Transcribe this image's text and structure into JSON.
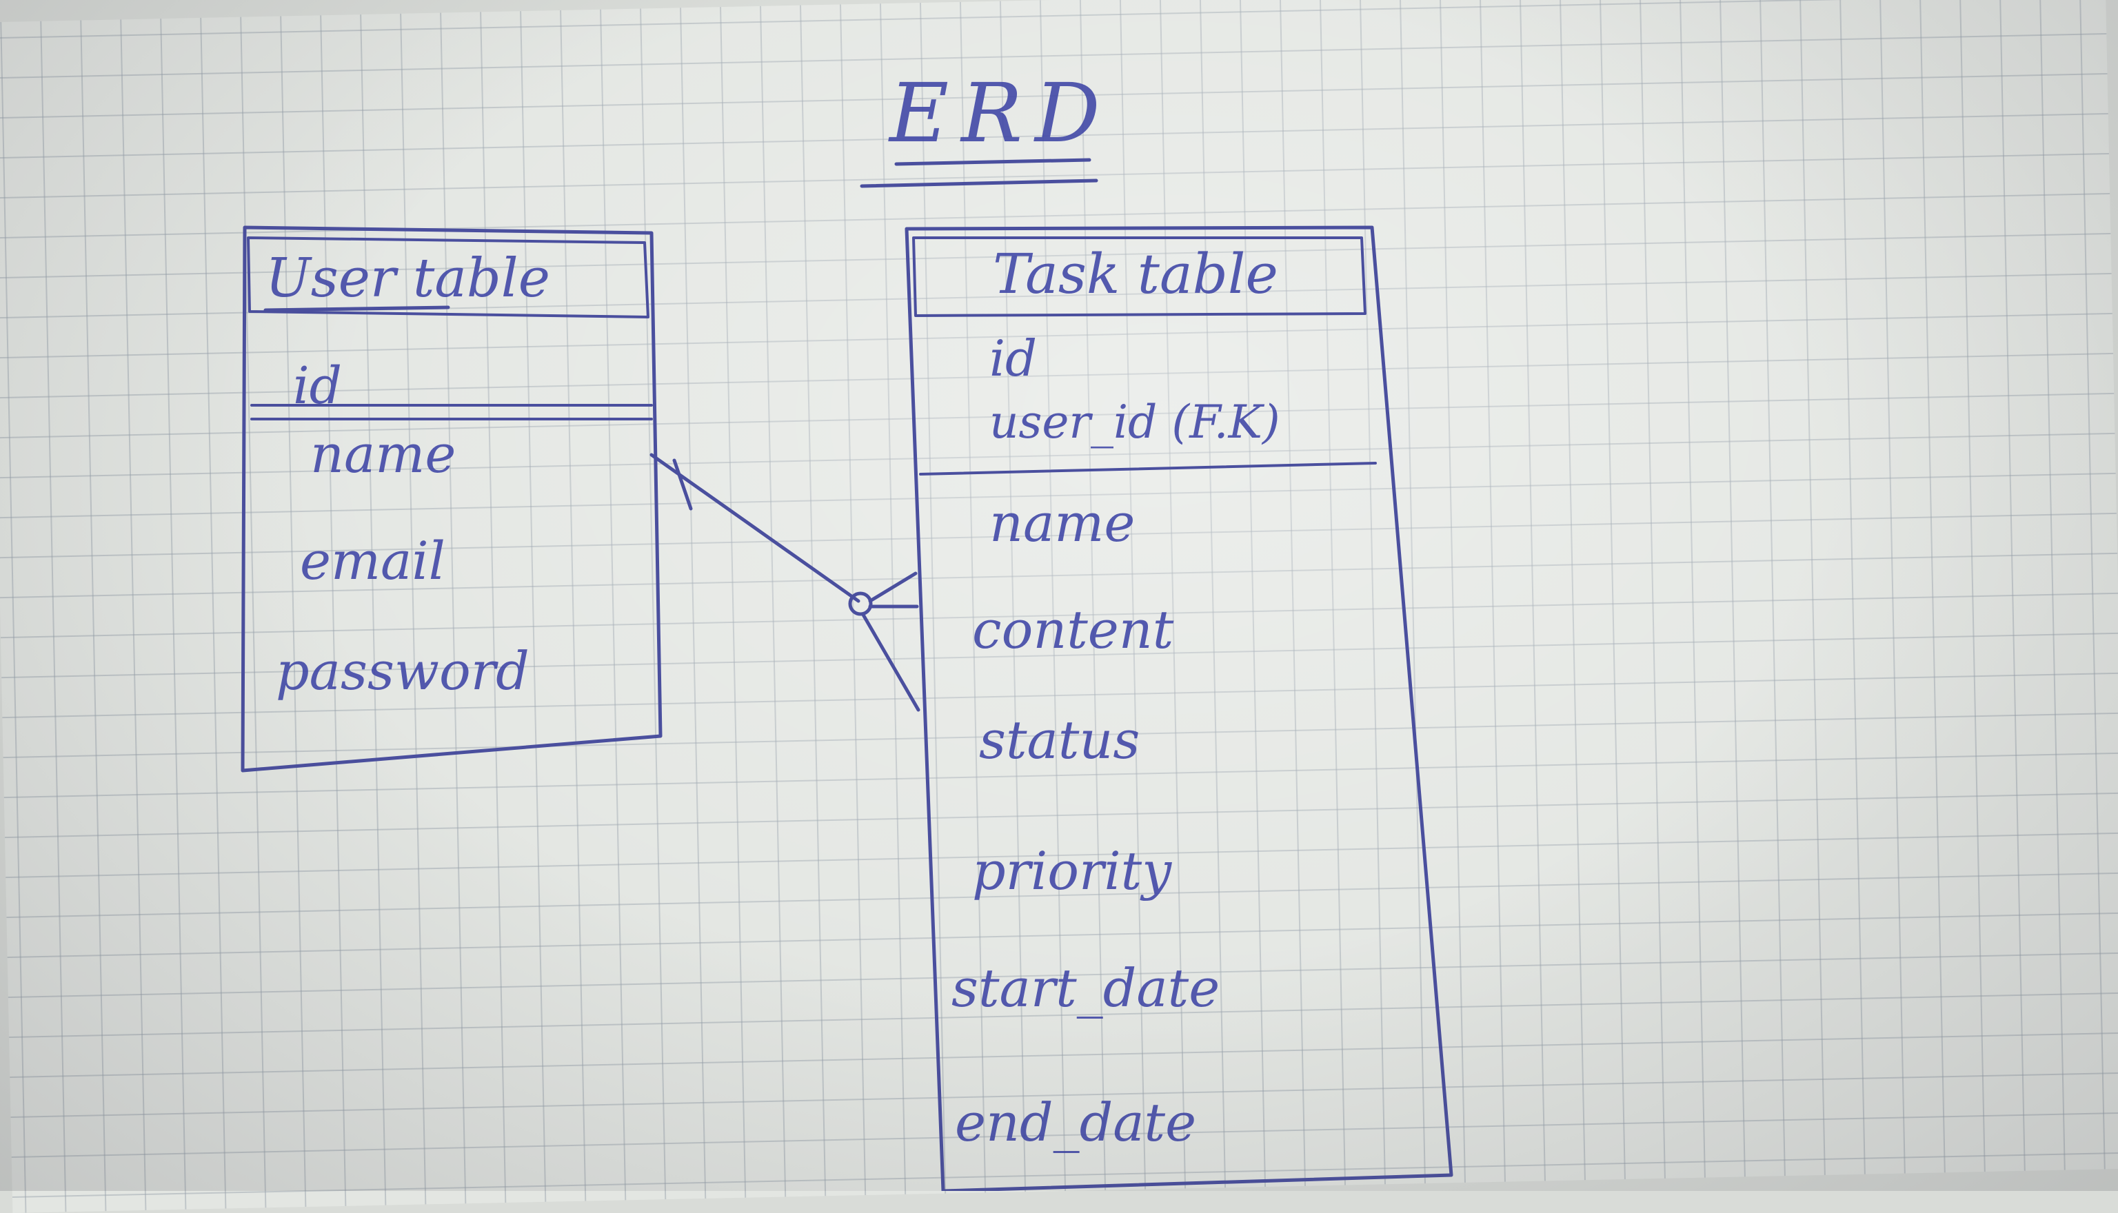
{
  "title": "ERD",
  "user_table": {
    "header": "User table",
    "fields": [
      "id",
      "name",
      "email",
      "password"
    ]
  },
  "task_table": {
    "header": "Task table",
    "key_fields": [
      "id",
      "user_id (F.K)"
    ],
    "fields": [
      "name",
      "content",
      "status",
      "priority",
      "start_date",
      "end_date"
    ]
  },
  "colors": {
    "ink": "#3e45a6",
    "paper": "#e3e6e2",
    "grid": "#969faa"
  }
}
